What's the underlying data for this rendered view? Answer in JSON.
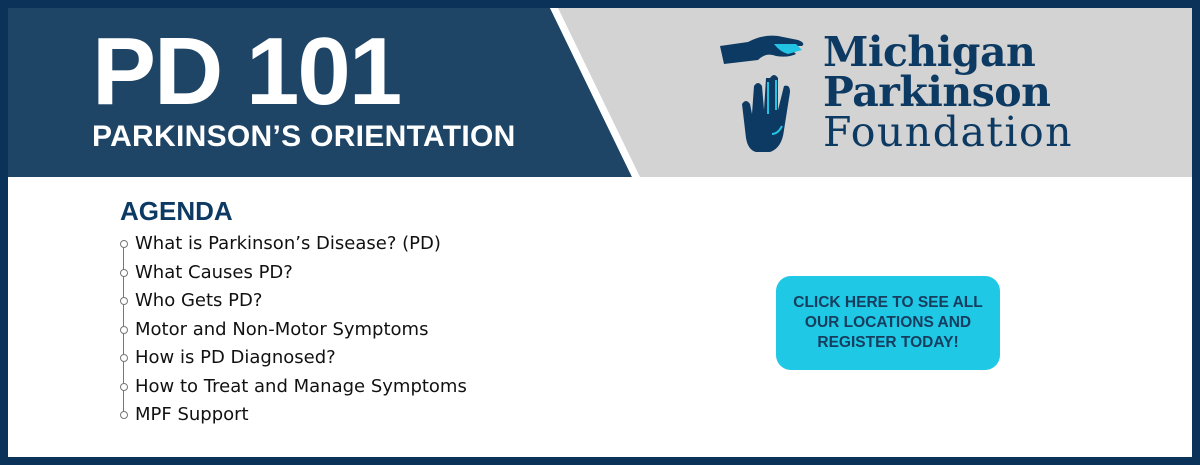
{
  "header": {
    "title": "PD 101",
    "subtitle": "PARKINSON’S ORIENTATION",
    "logo": {
      "line1": "Michigan",
      "line2": "Parkinson",
      "line3": "Foundation"
    }
  },
  "agenda": {
    "heading": "AGENDA",
    "items": [
      "What is Parkinson’s Disease? (PD)",
      "What Causes PD?",
      "Who Gets PD?",
      "Motor and Non-Motor Symptoms",
      "How is PD Diagnosed?",
      "How to Treat and Manage Symptoms",
      "MPF Support"
    ]
  },
  "cta": {
    "label": "CLICK HERE TO SEE ALL OUR LOCATIONS AND REGISTER TODAY!"
  },
  "colors": {
    "navy": "#0b3258",
    "header_blue": "#1e4466",
    "cta": "#1fc8e5",
    "grey": "#d3d3d3"
  }
}
